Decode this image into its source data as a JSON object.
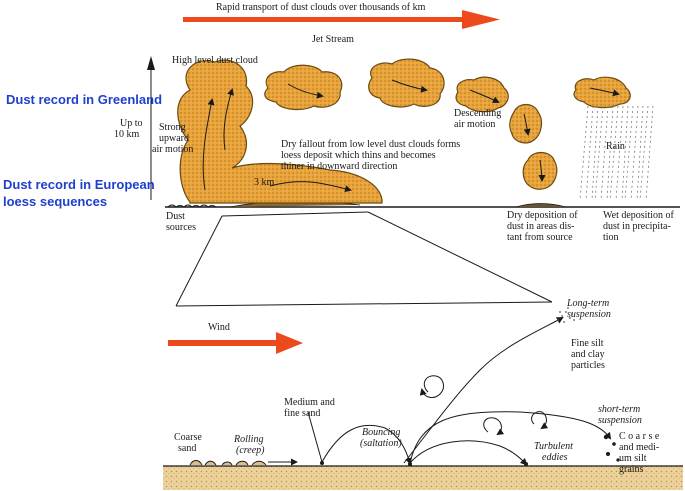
{
  "top": {
    "transport": "Rapid transport of dust clouds over thousands of km",
    "jet_stream": "Jet Stream",
    "high_cloud": "High level dust cloud",
    "up_to": "Up to",
    "ten_km": "10 km",
    "strong_updraft": [
      "Strong",
      "upward",
      "air motion"
    ],
    "descending": [
      "Descending",
      "air motion"
    ],
    "rain": "Rain",
    "dry_fallout": [
      "Dry fallout from low level dust clouds forms",
      "loess deposit which thins and becomes",
      "thiner in downward direction"
    ],
    "three_km": "3 km",
    "dust_sources": [
      "Dust",
      "sources"
    ],
    "dry_deposition": [
      "Dry deposition of",
      "dust in areas dis-",
      "tant from source"
    ],
    "wet_deposition": [
      "Wet deposition of",
      "dust in precipita-",
      "tion"
    ]
  },
  "side": {
    "greenland": "Dust record in Greenland",
    "european": [
      "Dust record in European",
      "loess sequences"
    ]
  },
  "bottom": {
    "wind": "Wind",
    "long_term": [
      "Long-term",
      "suspension"
    ],
    "fine_silt": [
      "Fine silt",
      "and clay",
      "particles"
    ],
    "medium_fine": [
      "Medium and",
      "fine sand"
    ],
    "coarse_sand": [
      "Coarse",
      "sand"
    ],
    "rolling": [
      "Rolling",
      "(creep)"
    ],
    "bouncing": [
      "Bouncing",
      "(saltation)"
    ],
    "turbulent": [
      "Turbulent",
      "eddies"
    ],
    "short_term": [
      "short-term",
      "suspension"
    ],
    "coarse_silt": [
      "C o a r s e",
      "and medi-",
      "um  silt",
      "grains"
    ]
  },
  "colors": {
    "cloud_fill": "#e8a33a",
    "cloud_edge": "#6b4a12",
    "arrow_red": "#ec4a1c",
    "label_blue": "#1f3fcf",
    "ground": "#e9c98a"
  }
}
